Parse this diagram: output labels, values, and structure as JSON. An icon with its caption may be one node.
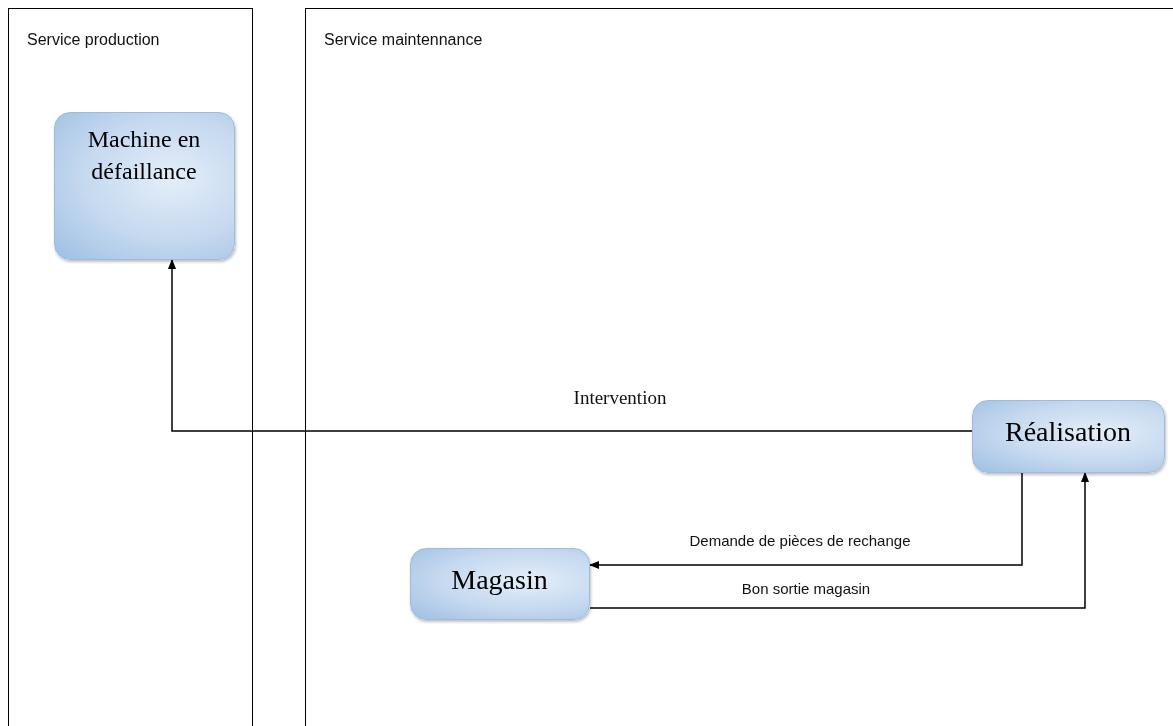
{
  "diagram": {
    "nodes": [
      {
        "text": [
          "Service production"
        ]
      },
      {
        "text": [
          "Service maintennance"
        ]
      },
      {
        "text": [
          "Machine en défaillance"
        ],
        "in": 0
      },
      {
        "text": [
          "Réalisation"
        ],
        "in": 1
      },
      {
        "text": [
          "Magasin"
        ],
        "in": 1
      }
    ],
    "edges": [
      {
        "from": 3,
        "to": 2,
        "arrow": "to",
        "label": "Intervention"
      },
      {
        "from": 3,
        "to": 4,
        "arrow": "to",
        "label": "Demande de pièces de rechange"
      },
      {
        "from": 4,
        "to": 3,
        "arrow": "to",
        "label": "Bon sortie magasin"
      }
    ]
  }
}
